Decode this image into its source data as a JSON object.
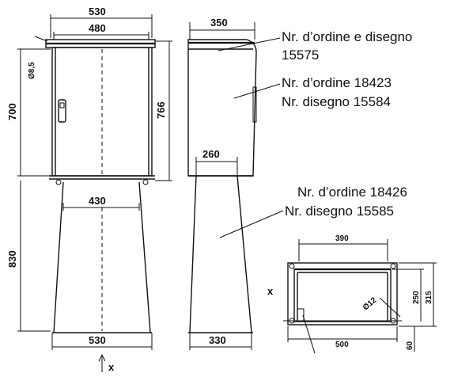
{
  "dimensions": {
    "front_width_top": "530",
    "front_inner_width": "480",
    "hole_dia": "Ø8,5",
    "cabinet_height": "700",
    "cabinet_height_total": "766",
    "side_depth": "350",
    "pedestal_top_depth": "260",
    "pedestal_top_width": "430",
    "pedestal_height": "830",
    "front_width_bottom": "530",
    "side_bottom_depth": "330",
    "base_inner_width": "390",
    "base_outer_width": "500",
    "base_depth_inner": "250",
    "base_depth_outer": "315",
    "base_hole_dia": "Ø12",
    "base_offset": "60",
    "view_marker": "x"
  },
  "labels": {
    "label1_line1": "Nr. d’ordine e disegno",
    "label1_line2": "15575",
    "label2_line1": "Nr. d’ordine 18423",
    "label2_line2": "Nr. disegno 15584",
    "label3_line1": "Nr. d’ordine 18426",
    "label3_line2": "Nr. disegno 15585"
  }
}
